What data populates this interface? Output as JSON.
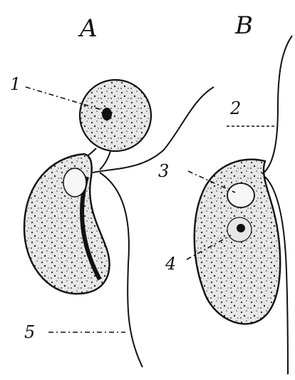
{
  "panels": {
    "a": "A",
    "b": "B"
  },
  "labels": {
    "l1": "1",
    "l2": "2",
    "l3": "3",
    "l4": "4",
    "l5": "5"
  },
  "colors": {
    "ink": "#111111",
    "cell_fill": "#e7e7e7",
    "paper": "#ffffff"
  }
}
